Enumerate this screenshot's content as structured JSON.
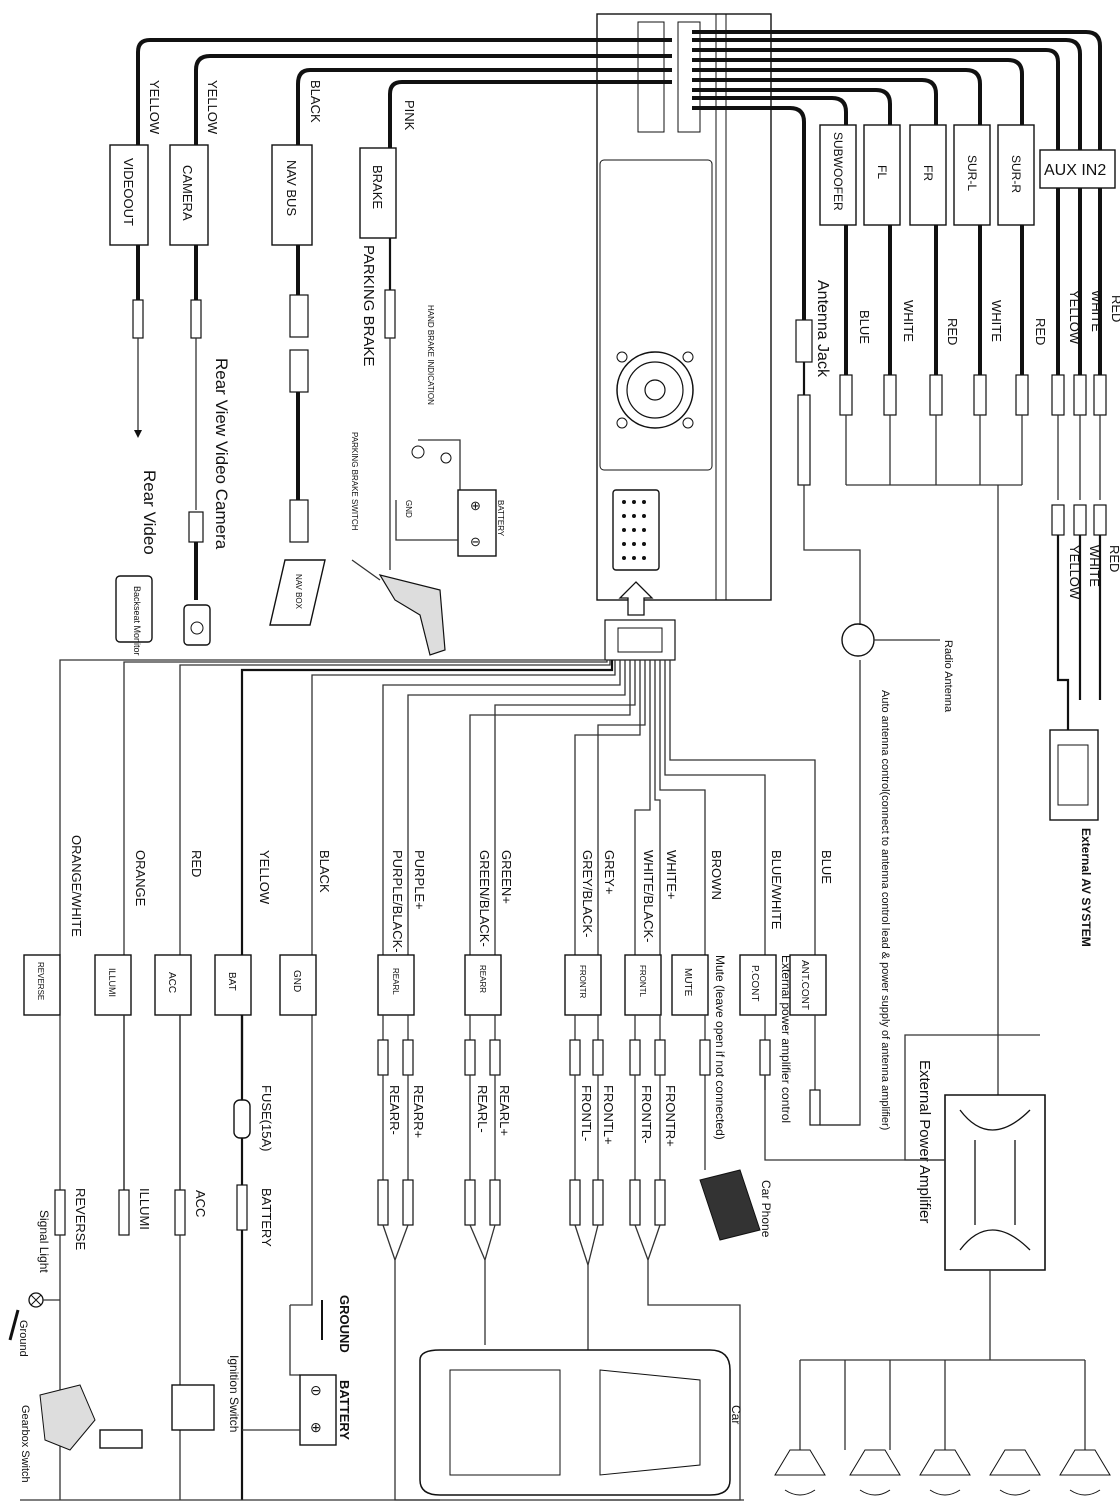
{
  "top_wires": [
    {
      "color_label": "YELLOW",
      "box_label": "VIDEOOUT",
      "device_label": "Rear Video",
      "device_box": "Backseat Monitor"
    },
    {
      "color_label": "YELLOW",
      "box_label": "CAMERA",
      "device_label": "Rear View Video Camera"
    },
    {
      "color_label": "BLACK",
      "box_label": "NAV BUS",
      "device_box": "NAV BOX"
    },
    {
      "color_label": "PINK",
      "box_label": "BRAKE",
      "device_label": "PARKING BRAKE"
    }
  ],
  "brake_detail": {
    "hand_brake": "HAND BRAKE INDICATION",
    "switch": "PARKING BRAKE SWITCH",
    "gnd": "GND",
    "battery": "BATTERY",
    "plus": "⊕",
    "minus": "⊖"
  },
  "audio_outputs": [
    {
      "box_label": "SUBWOOFER",
      "color_label": "BLUE"
    },
    {
      "box_label": "FL",
      "color_label": "WHITE"
    },
    {
      "box_label": "FR",
      "color_label": "RED"
    },
    {
      "box_label": "SUR-L",
      "color_label": "WHITE"
    },
    {
      "box_label": "SUR-R",
      "color_label": "RED"
    }
  ],
  "aux": {
    "box_label": "AUX IN2",
    "colors": [
      "RED",
      "WHITE",
      "YELLOW"
    ],
    "system_label": "External AV SYSTEM"
  },
  "antenna": {
    "jack_label": "Antenna Jack",
    "radio_label": "Radio Antenna",
    "auto_note": "Auto antenna control(connect to antenna control lead & power supply of antenna amplifier)"
  },
  "harness": [
    {
      "color_label": "BLUE",
      "box_label": "ANT.CONT"
    },
    {
      "color_label": "BLUE/WHITE",
      "box_label": "P.CONT",
      "note": "External power amplifier control"
    },
    {
      "color_label": "BROWN",
      "box_label": "MUTE",
      "note": "Mute (leave open if not connected)",
      "device_label": "Car Phone"
    },
    {
      "color_label": "WHITE+",
      "color_label2": "WHITE/BLACK-",
      "box_label": "FRONTL",
      "end_a": "FRONTR+",
      "end_b": "FRONTR-"
    },
    {
      "color_label": "GREY+",
      "color_label2": "GREY/BLACK-",
      "box_label": "FRONTR",
      "end_a": "FRONTL+",
      "end_b": "FRONTL-"
    },
    {
      "color_label": "GREEN+",
      "color_label2": "GREEN/BLACK-",
      "box_label": "REARR",
      "end_a": "REARL+",
      "end_b": "REARL-"
    },
    {
      "color_label": "PURPLE+",
      "color_label2": "PURPLE/BLACK-",
      "box_label": "REARL",
      "end_a": "REARR+",
      "end_b": "REARR-"
    },
    {
      "color_label": "BLACK",
      "box_label": "GND"
    },
    {
      "color_label": "YELLOW",
      "box_label": "BAT",
      "fuse_label": "FUSE(15A)",
      "end_a": "BATTERY"
    },
    {
      "color_label": "RED",
      "box_label": "ACC",
      "end_a": "ACC"
    },
    {
      "color_label": "ORANGE",
      "box_label": "ILLUMI",
      "end_a": "ILLUMI"
    },
    {
      "color_label": "ORANGE/WHITE",
      "box_label": "REVERSE",
      "end_a": "REVERSE"
    }
  ],
  "bottom_labels": {
    "ground": "GROUND",
    "battery": "BATTERY",
    "ignition": "Ignition Switch",
    "signal_light": "Signal Light",
    "ground_small": "Ground",
    "gearbox": "Gearbox Switch",
    "car": "Car",
    "amp": "External Power Amplifier"
  }
}
